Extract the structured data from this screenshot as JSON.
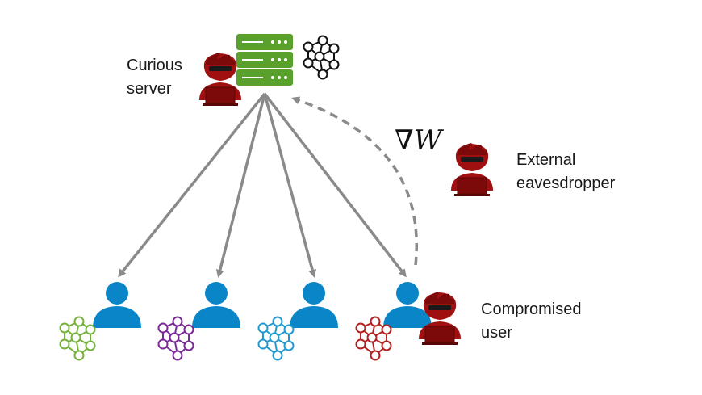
{
  "labels": {
    "server": "Curious\nserver",
    "eavesdropper": "External\neavesdropper",
    "compromised": "Compromised\nuser",
    "gradient": "∇W"
  },
  "colors": {
    "server_green": "#5aa02c",
    "hacker_red": "#a01010",
    "user_blue": "#0a86c8",
    "arrow_gray": "#8a8a8a",
    "net_green": "#74b23b",
    "net_purple": "#7a2a96",
    "net_cyan": "#1f9ad0",
    "net_red": "#b42020",
    "net_black": "#111111"
  },
  "icons": {
    "server": "server-icon",
    "server_network": "neural-network-icon",
    "hacker": "hacker-icon",
    "user": "user-icon",
    "user_network": "neural-network-icon"
  },
  "users": [
    {
      "name": "user-1",
      "network_color": "#74b23b",
      "compromised": false
    },
    {
      "name": "user-2",
      "network_color": "#7a2a96",
      "compromised": false
    },
    {
      "name": "user-3",
      "network_color": "#1f9ad0",
      "compromised": false
    },
    {
      "name": "user-4",
      "network_color": "#b42020",
      "compromised": true
    }
  ]
}
